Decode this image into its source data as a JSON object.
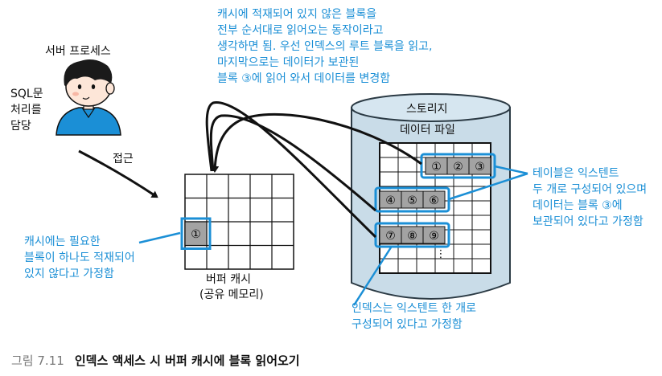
{
  "server": {
    "title": "서버 프로세스",
    "role_lines": [
      "SQL문",
      "처리를",
      "담당"
    ]
  },
  "access_label": "접근",
  "buffer_cache": {
    "label_line1": "버퍼 캐시",
    "label_line2": "(공유 메모리)",
    "block_label": "①"
  },
  "storage": {
    "title": "스토리지",
    "file_label": "데이터 파일",
    "extent1": [
      "①",
      "②",
      "③"
    ],
    "extent2": [
      "④",
      "⑤",
      "⑥"
    ],
    "extent3": [
      "⑦",
      "⑧",
      "⑨"
    ],
    "ellipsis": "⋮"
  },
  "notes": {
    "top": [
      "캐시에 적재되어 있지 않은 블록을",
      "전부 순서대로 읽어오는 동작이라고",
      "생각하면 됨. 우선 인덱스의 루트 블록을 읽고,",
      "마지막으로는 데이터가 보관된",
      "블록 ③에 읽어 와서 데이터를 변경함"
    ],
    "cache": [
      "캐시에는 필요한",
      "블록이 하나도 적재되어",
      "있지 않다고 가정함"
    ],
    "table": [
      "테이블은 익스텐트",
      "두 개로 구성되어 있으며",
      "데이터는 블록 ③에",
      "보관되어 있다고 가정함"
    ],
    "index": [
      "인덱스는 익스텐트 한 개로",
      "구성되어 있다고 가정함"
    ]
  },
  "caption": {
    "number": "그림 7.11",
    "title": "인덱스 액세스 시 버퍼 캐시에 블록 읽어오기"
  },
  "colors": {
    "accent_blue": "#1b8fd6",
    "storage_fill": "#c9dce8",
    "storage_stroke": "#2b3a44",
    "cell_gray": "#a3a3a3",
    "figure_skin": "#fde6d8",
    "figure_shirt": "#1b8fd6"
  }
}
